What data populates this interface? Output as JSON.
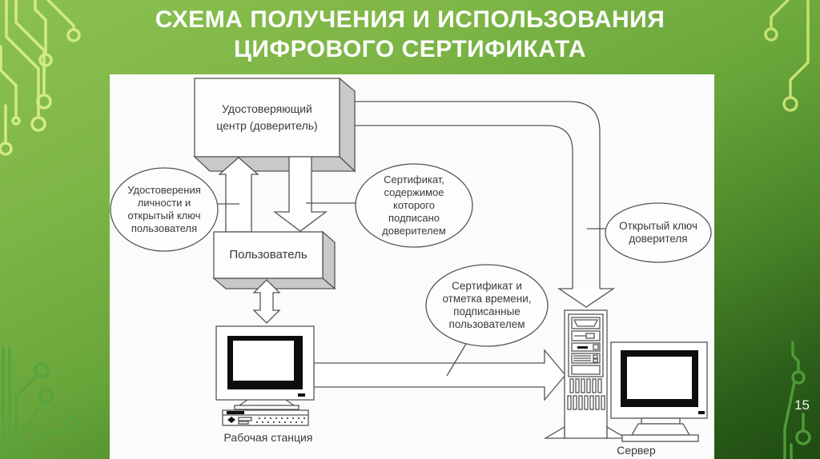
{
  "slide": {
    "title_line1": "СХЕМА ПОЛУЧЕНИЯ И ИСПОЛЬЗОВАНИЯ",
    "title_line2": "ЦИФРОВОГО СЕРТИФИКАТА",
    "page_number": "15"
  },
  "diagram": {
    "ca_box": {
      "lines": [
        "Удостоверяющий",
        "центр (доверитель)"
      ]
    },
    "user_box": {
      "label": "Пользователь"
    },
    "workstation": {
      "label": "Рабочая станция"
    },
    "server": {
      "label": "Сервер"
    },
    "ovals": {
      "identity": {
        "lines": [
          "Удостоверения",
          "личности и",
          "открытый ключ",
          "пользователя"
        ]
      },
      "signed_certificate": {
        "lines": [
          "Сертификат,",
          "содержимое",
          "которого",
          "подписано",
          "доверителем"
        ]
      },
      "trustor_public_key": {
        "lines": [
          "Открытый ключ",
          "доверителя"
        ]
      },
      "certificate_timestamp": {
        "lines": [
          "Сертификат и",
          "отметка времени,",
          "подписанные",
          "пользователем"
        ]
      }
    },
    "colors": {
      "background_top": "#8cc150",
      "background_bottom": "#1e4b11",
      "panel": "#fbfbfb",
      "outline": "#555555",
      "shadow_3d": "#c9c9c9",
      "circuit_trace_light": "#d2ec82",
      "circuit_trace_dark": "#4f9a36"
    }
  }
}
